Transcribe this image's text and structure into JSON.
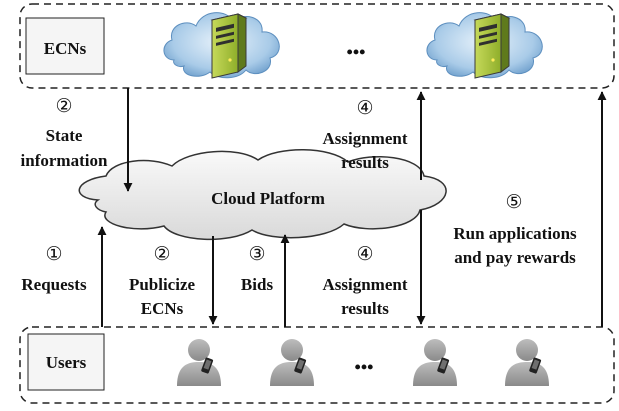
{
  "boxes": {
    "top": {
      "label": "ECNs"
    },
    "bottom": {
      "label": "Users"
    }
  },
  "ellipsis": "•••",
  "cloud": {
    "label": "Cloud Platform"
  },
  "steps": {
    "state": {
      "num": "②",
      "line1": "State",
      "line2": "information"
    },
    "assign_top": {
      "num": "④",
      "line1": "Assignment",
      "line2": "results"
    },
    "requests": {
      "num": "①",
      "line1": "Requests"
    },
    "publicize": {
      "num": "②",
      "line1": "Publicize",
      "line2": "ECNs"
    },
    "bids": {
      "num": "③",
      "line1": "Bids"
    },
    "assign_bottom": {
      "num": "④",
      "line1": "Assignment",
      "line2": "results"
    },
    "run": {
      "num": "⑤",
      "line1": "Run applications",
      "line2": "and pay rewards"
    }
  },
  "icons": {
    "server": "server-icon",
    "user": "user-phone-icon",
    "cloud": "cloud-shape"
  }
}
